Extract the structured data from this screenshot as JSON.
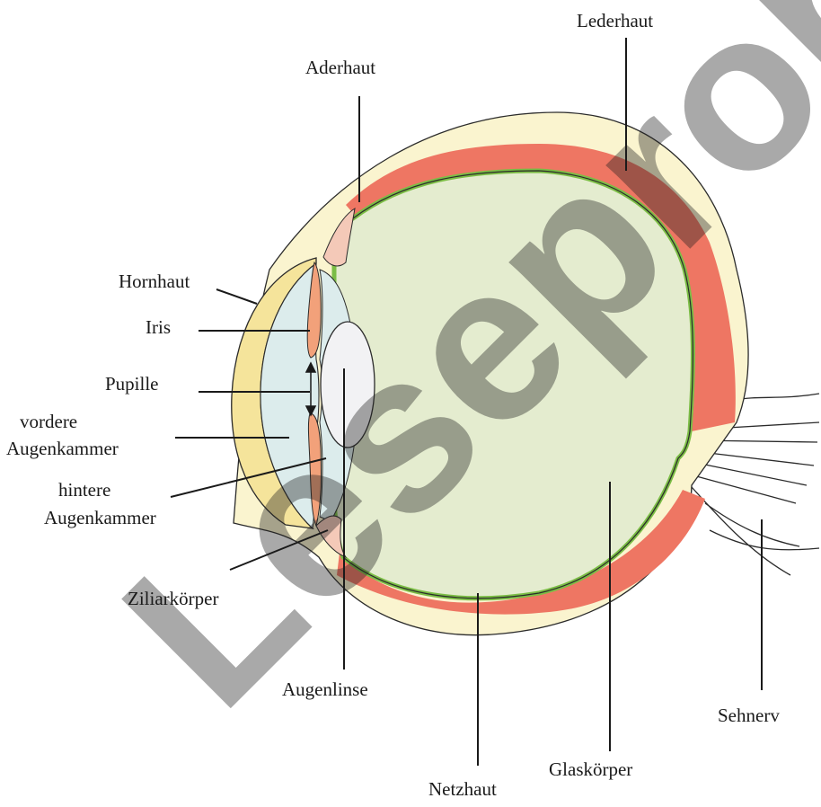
{
  "colors": {
    "sclera": "#faf4cf",
    "choroid": "#ee7663",
    "retina": "#7bbd45",
    "vitreous": "#e4eccf",
    "cornea": "#f5e49b",
    "chamber": "#dcecec",
    "iris": "#f2a17a",
    "ciliary": "#f4c9b8",
    "lens": "#f2f2f4",
    "outline": "#2b2b2b",
    "watermark": "#1f1f1f"
  },
  "labels": {
    "lederhaut": "Lederhaut",
    "aderhaut": "Aderhaut",
    "hornhaut": "Hornhaut",
    "iris": "Iris",
    "pupille": "Pupille",
    "vordere_1": "vordere",
    "vordere_2": "Augenkammer",
    "hintere_1": "hintere",
    "hintere_2": "Augenkammer",
    "ziliarkoerper": "Ziliarkörper",
    "augenlinse": "Augenlinse",
    "netzhaut": "Netzhaut",
    "glaskoerper": "Glaskörper",
    "sehnerv": "Sehnerv"
  },
  "watermark": "Leseprobe"
}
